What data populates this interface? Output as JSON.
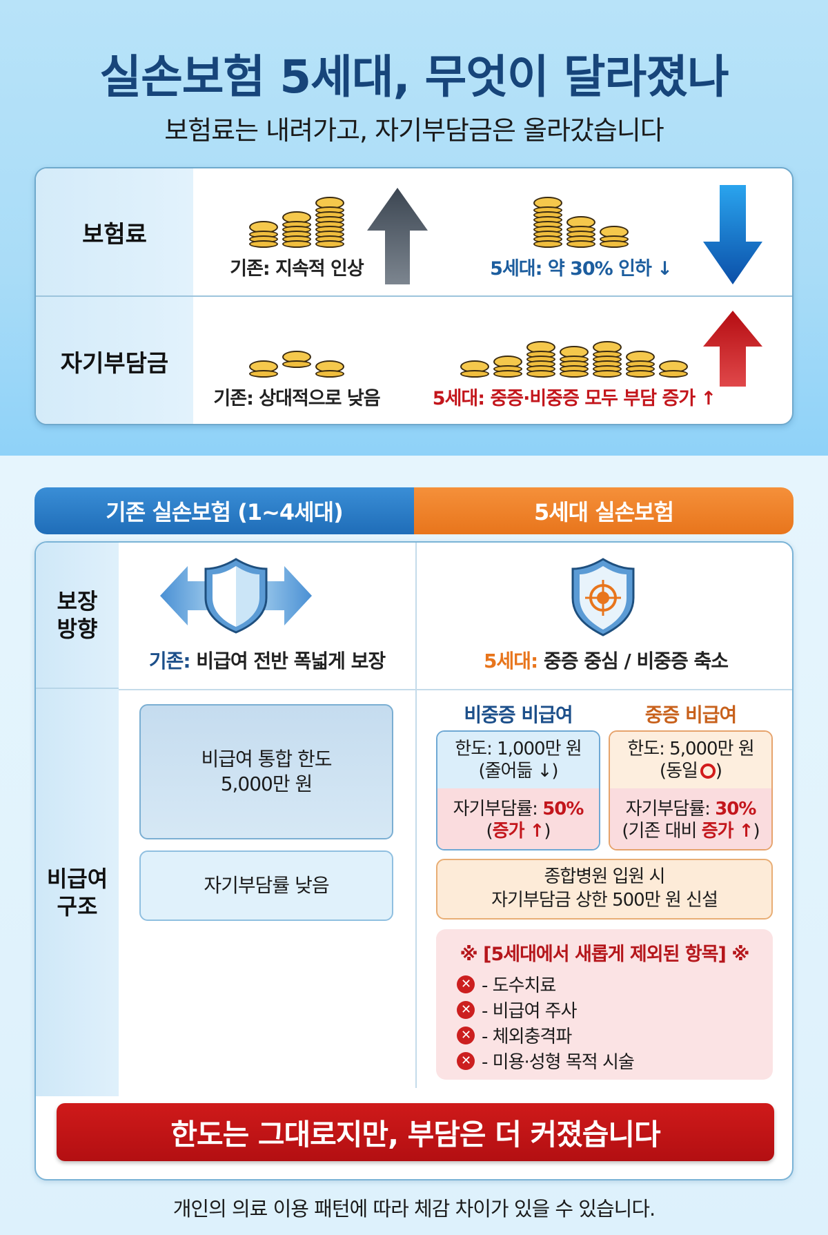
{
  "header": {
    "title": "실손보험 5세대, 무엇이 달라졌나",
    "subtitle": "보험료는 내려가고, 자기부담금은 올라갔습니다"
  },
  "comparison": {
    "rows": [
      {
        "label": "보험료",
        "old_text": "기존: 지속적 인상",
        "old_icon": "coins-rising-icon",
        "old_arrow": "arrow-up-dark-icon",
        "new_text": "5세대: 약 30% 인하 ↓",
        "new_icon": "coins-falling-icon",
        "new_arrow": "arrow-down-blue-icon"
      },
      {
        "label": "자기부담금",
        "old_text": "기존: 상대적으로 낮음",
        "old_icon": "coins-small-pile-icon",
        "new_text": "5세대: 중증·비중증 모두 부담 증가 ↑",
        "new_icon": "coins-large-pile-icon",
        "new_arrow": "arrow-up-red-icon"
      }
    ]
  },
  "columns": {
    "left": "기존 실손보험 (1~4세대)",
    "right": "5세대 실손보험"
  },
  "coverage": {
    "label_line1": "보장",
    "label_line2": "방향",
    "old_prefix": "기존:",
    "old_text": " 비급여 전반 폭넓게 보장",
    "new_prefix": "5세대:",
    "new_text": " 중증 중심 / 비중증 축소"
  },
  "structure": {
    "label_line1": "비급여",
    "label_line2": "구조",
    "old_limit_line1": "비급여 통합 한도",
    "old_limit_line2": "5,000만 원",
    "old_rate": "자기부담률 낮음",
    "non_critical": {
      "title": "비중증 비급여",
      "limit": "한도: 1,000만 원",
      "limit_note": "(줄어듦 ↓)",
      "rate_label": "자기부담률: ",
      "rate_value": "50%",
      "rate_note_open": "(",
      "rate_note": "증가 ↑",
      "rate_note_close": ")"
    },
    "critical": {
      "title": "중증 비급여",
      "limit": "한도: 5,000만 원",
      "limit_note": "(동일",
      "limit_note_close": ")",
      "rate_label": "자기부담률: ",
      "rate_value": "30%",
      "rate_note_open": "(기존 대비 ",
      "rate_note": "증가 ↑",
      "rate_note_close": ")"
    },
    "cap_line1": "종합병원 입원 시",
    "cap_line2": "자기부담금 상한 500만 원 신설",
    "excluded_title": "※ [5세대에서 새롭게 제외된 항목] ※",
    "excluded_items": [
      "- 도수치료",
      "- 비급여 주사",
      "- 체외충격파",
      "- 미용·성형 목적 시술"
    ]
  },
  "banner": "한도는 그대로지만, 부담은 더 커졌습니다",
  "footnote": "개인의 의료 이용 패턴에 따라 체감 차이가 있을 수 있습니다.",
  "colors": {
    "title": "#17457a",
    "accent_blue": "#1f6db8",
    "accent_orange": "#e8751c",
    "accent_red": "#c3161c"
  }
}
